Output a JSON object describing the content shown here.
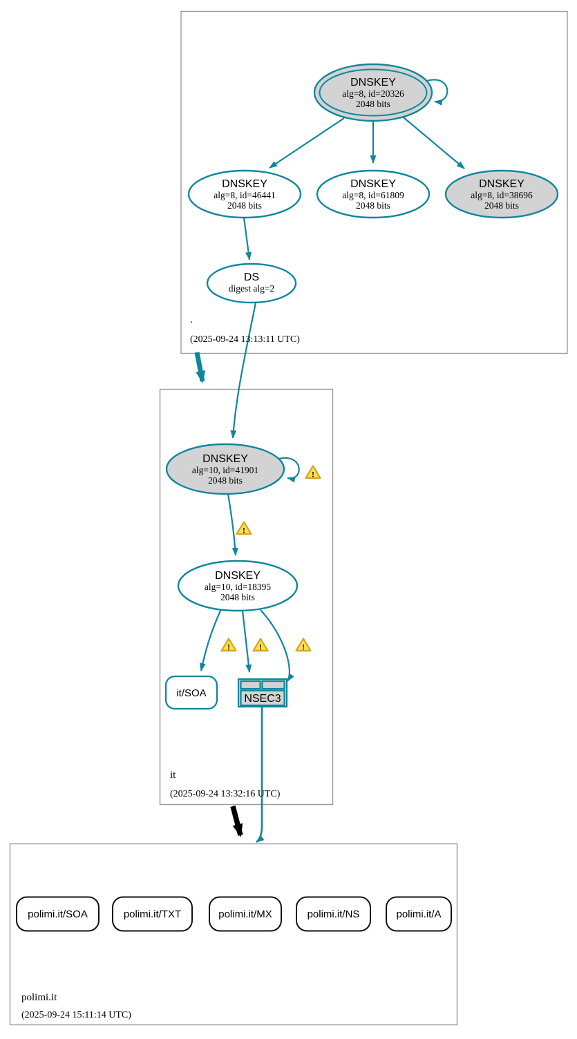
{
  "colors": {
    "secure_teal": "#0e879c",
    "insecure_black": "#000000",
    "node_fill_gray": "#d3d3d3",
    "warning_fill": "#fbe14e",
    "warning_border": "#d8a520",
    "zone_box_border": "#9a9a9a"
  },
  "icons": {
    "warning_glyph": "!"
  },
  "zones": {
    "root": {
      "label": ".",
      "timestamp": "(2025-09-24 13:13:11 UTC)"
    },
    "it": {
      "label": "it",
      "timestamp": "(2025-09-24 13:32:16 UTC)"
    },
    "polimi": {
      "label": "polimi.it",
      "timestamp": "(2025-09-24 15:11:14 UTC)"
    }
  },
  "nodes": {
    "root_ksk": {
      "title": "DNSKEY",
      "detail1": "alg=8, id=20326",
      "detail2": "2048 bits"
    },
    "root_zsk1": {
      "title": "DNSKEY",
      "detail1": "alg=8, id=46441",
      "detail2": "2048 bits"
    },
    "root_zsk2": {
      "title": "DNSKEY",
      "detail1": "alg=8, id=61809",
      "detail2": "2048 bits"
    },
    "root_ksk2": {
      "title": "DNSKEY",
      "detail1": "alg=8, id=38696",
      "detail2": "2048 bits"
    },
    "root_ds": {
      "title": "DS",
      "detail1": "digest alg=2"
    },
    "it_ksk": {
      "title": "DNSKEY",
      "detail1": "alg=10, id=41901",
      "detail2": "2048 bits"
    },
    "it_zsk": {
      "title": "DNSKEY",
      "detail1": "alg=10, id=18395",
      "detail2": "2048 bits"
    },
    "it_soa": {
      "label": "it/SOA"
    },
    "it_nsec3": {
      "label": "NSEC3"
    },
    "polimi_soa": {
      "label": "polimi.it/SOA"
    },
    "polimi_txt": {
      "label": "polimi.it/TXT"
    },
    "polimi_mx": {
      "label": "polimi.it/MX"
    },
    "polimi_ns": {
      "label": "polimi.it/NS"
    },
    "polimi_a": {
      "label": "polimi.it/A"
    }
  }
}
